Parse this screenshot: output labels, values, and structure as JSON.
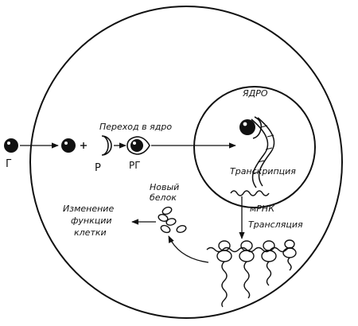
{
  "colors": {
    "ink": "#111111",
    "paper": "#ffffff"
  },
  "labels": {
    "hormone": "Г",
    "receptor": "Р",
    "complex": "РГ",
    "transfer": "Переход в ядро",
    "nucleus": "ЯДРО",
    "transcription": "Транскрипция",
    "mrna": "мРНК",
    "translation": "Трансляция",
    "new_protein_line1": "Новый",
    "new_protein_line2": "белок",
    "change_line1": "Изменение",
    "change_line2": "функции",
    "change_line3": "клетки"
  },
  "icons": {
    "hormone": "filled-circle-icon",
    "receptor": "crescent-icon",
    "dna": "double-helix-icon",
    "ribosome": "ribosome-icon",
    "protein": "coiled-protein-icon"
  }
}
